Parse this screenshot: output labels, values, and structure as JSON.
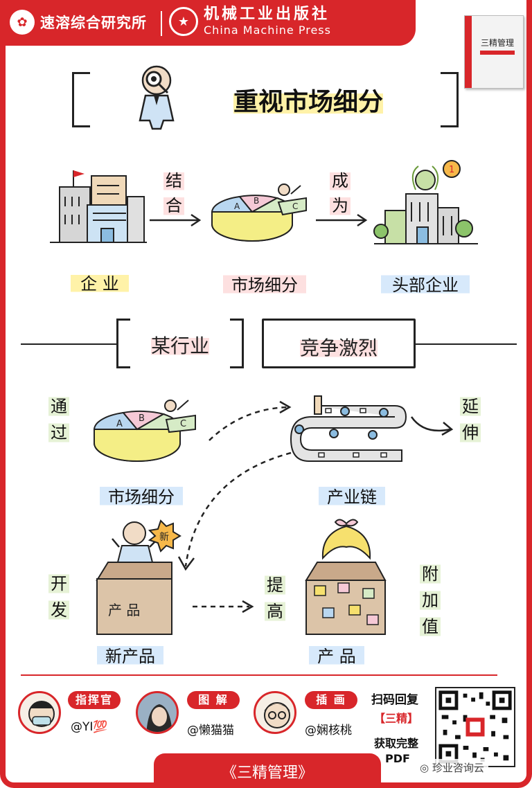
{
  "header": {
    "brand": "速溶综合研究所",
    "publisher_cn": "机械工业出版社",
    "publisher_en": "China Machine Press",
    "book_title": "三精管理"
  },
  "main_title": "重视市场细分",
  "flow1": {
    "enterprise": "企 业",
    "combine_1": "结",
    "combine_2": "合",
    "segmentation": "市场细分",
    "become_1": "成",
    "become_2": "为",
    "leader": "头部企业"
  },
  "middle": {
    "industry": "某行业",
    "competition": "竞争激烈"
  },
  "flow2": {
    "through_1": "通",
    "through_2": "过",
    "segmentation": "市场细分",
    "chain": "产业链",
    "extend_1": "延",
    "extend_2": "伸",
    "develop_1": "开",
    "develop_2": "发",
    "new_product": "新产品",
    "box_text": "产 品",
    "new_badge": "新",
    "improve_1": "提",
    "improve_2": "高",
    "product": "产 品",
    "value_1": "附",
    "value_2": "加",
    "value_3": "值"
  },
  "pie_labels": [
    "A",
    "B",
    "C"
  ],
  "footer": {
    "roles": [
      "指挥官",
      "图 解",
      "插 画"
    ],
    "handles": [
      "@YI💯",
      "@懒猫猫",
      "@娴核桃"
    ],
    "qr_line1": "扫码回复",
    "qr_line2": "【三精】",
    "qr_line3": "获取完整",
    "qr_line4": "PDF",
    "bottom_title": "《三精管理》",
    "watermark": "珍业咨询云"
  },
  "colors": {
    "accent": "#d8262a",
    "highlight_yellow": "#fff2a8",
    "highlight_pink": "#fde0e0",
    "highlight_blue": "#d7e9fb",
    "highlight_green": "#e6f2d6"
  }
}
